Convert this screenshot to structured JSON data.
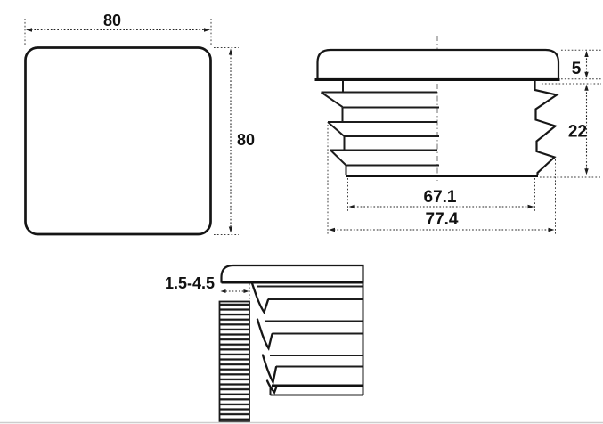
{
  "drawing_type": "technical-dimension-drawing",
  "subject": "square-tube-insert-cap",
  "dims": {
    "front_width": "80",
    "front_height": "80",
    "flange_height": "5",
    "insert_depth": "22",
    "inner_width": "67.1",
    "outer_width": "77.4",
    "wall_thickness_range": "1.5-4.5"
  },
  "colors": {
    "line": "#171717",
    "dim_line": "#242424",
    "background": "#ffffff"
  }
}
